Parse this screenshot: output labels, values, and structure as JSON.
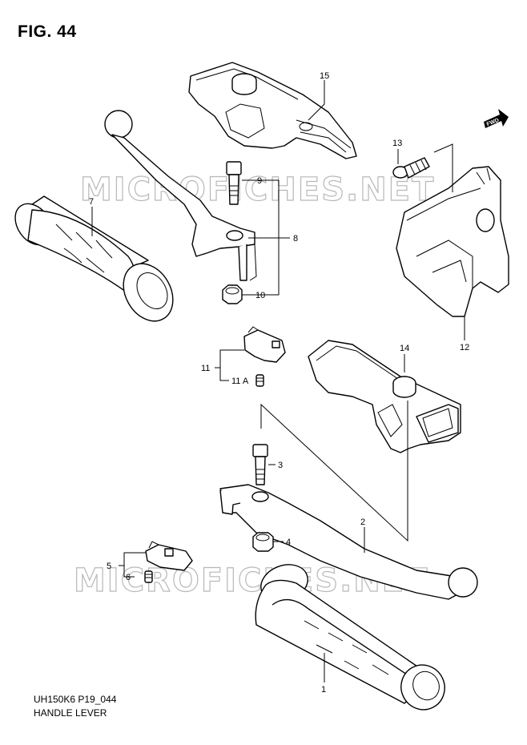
{
  "header": {
    "figure": "FIG. 44"
  },
  "caption": {
    "code": "UH150K6 P19_044",
    "name": "HANDLE LEVER"
  },
  "watermark": "MICROFICHES.NET",
  "fwd_label": "FWD",
  "callouts": {
    "p1": "1",
    "p2": "2",
    "p3": "3",
    "p4": "4",
    "p5": "5",
    "p6": "6",
    "p7": "7",
    "p8": "8",
    "p9": "9",
    "p10": "10",
    "p11": "11",
    "p11a": "11 A",
    "p12": "12",
    "p13": "13",
    "p14": "14",
    "p15": "15"
  }
}
